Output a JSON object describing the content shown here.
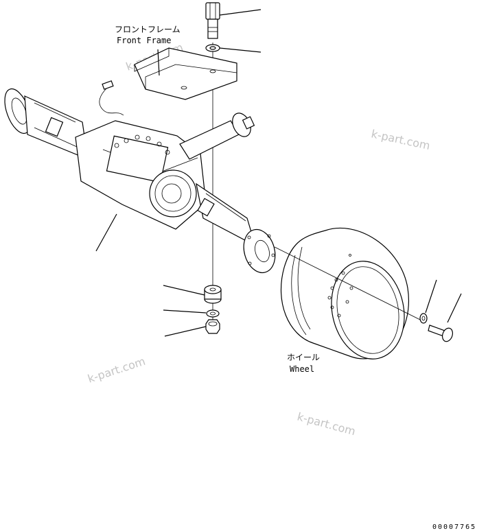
{
  "labels": {
    "front_frame_jp": "フロントフレーム",
    "front_frame_en": "Front Frame",
    "wheel_jp": "ホイール",
    "wheel_en": "Wheel"
  },
  "watermark": "k-part.com",
  "document_number": "00007765"
}
